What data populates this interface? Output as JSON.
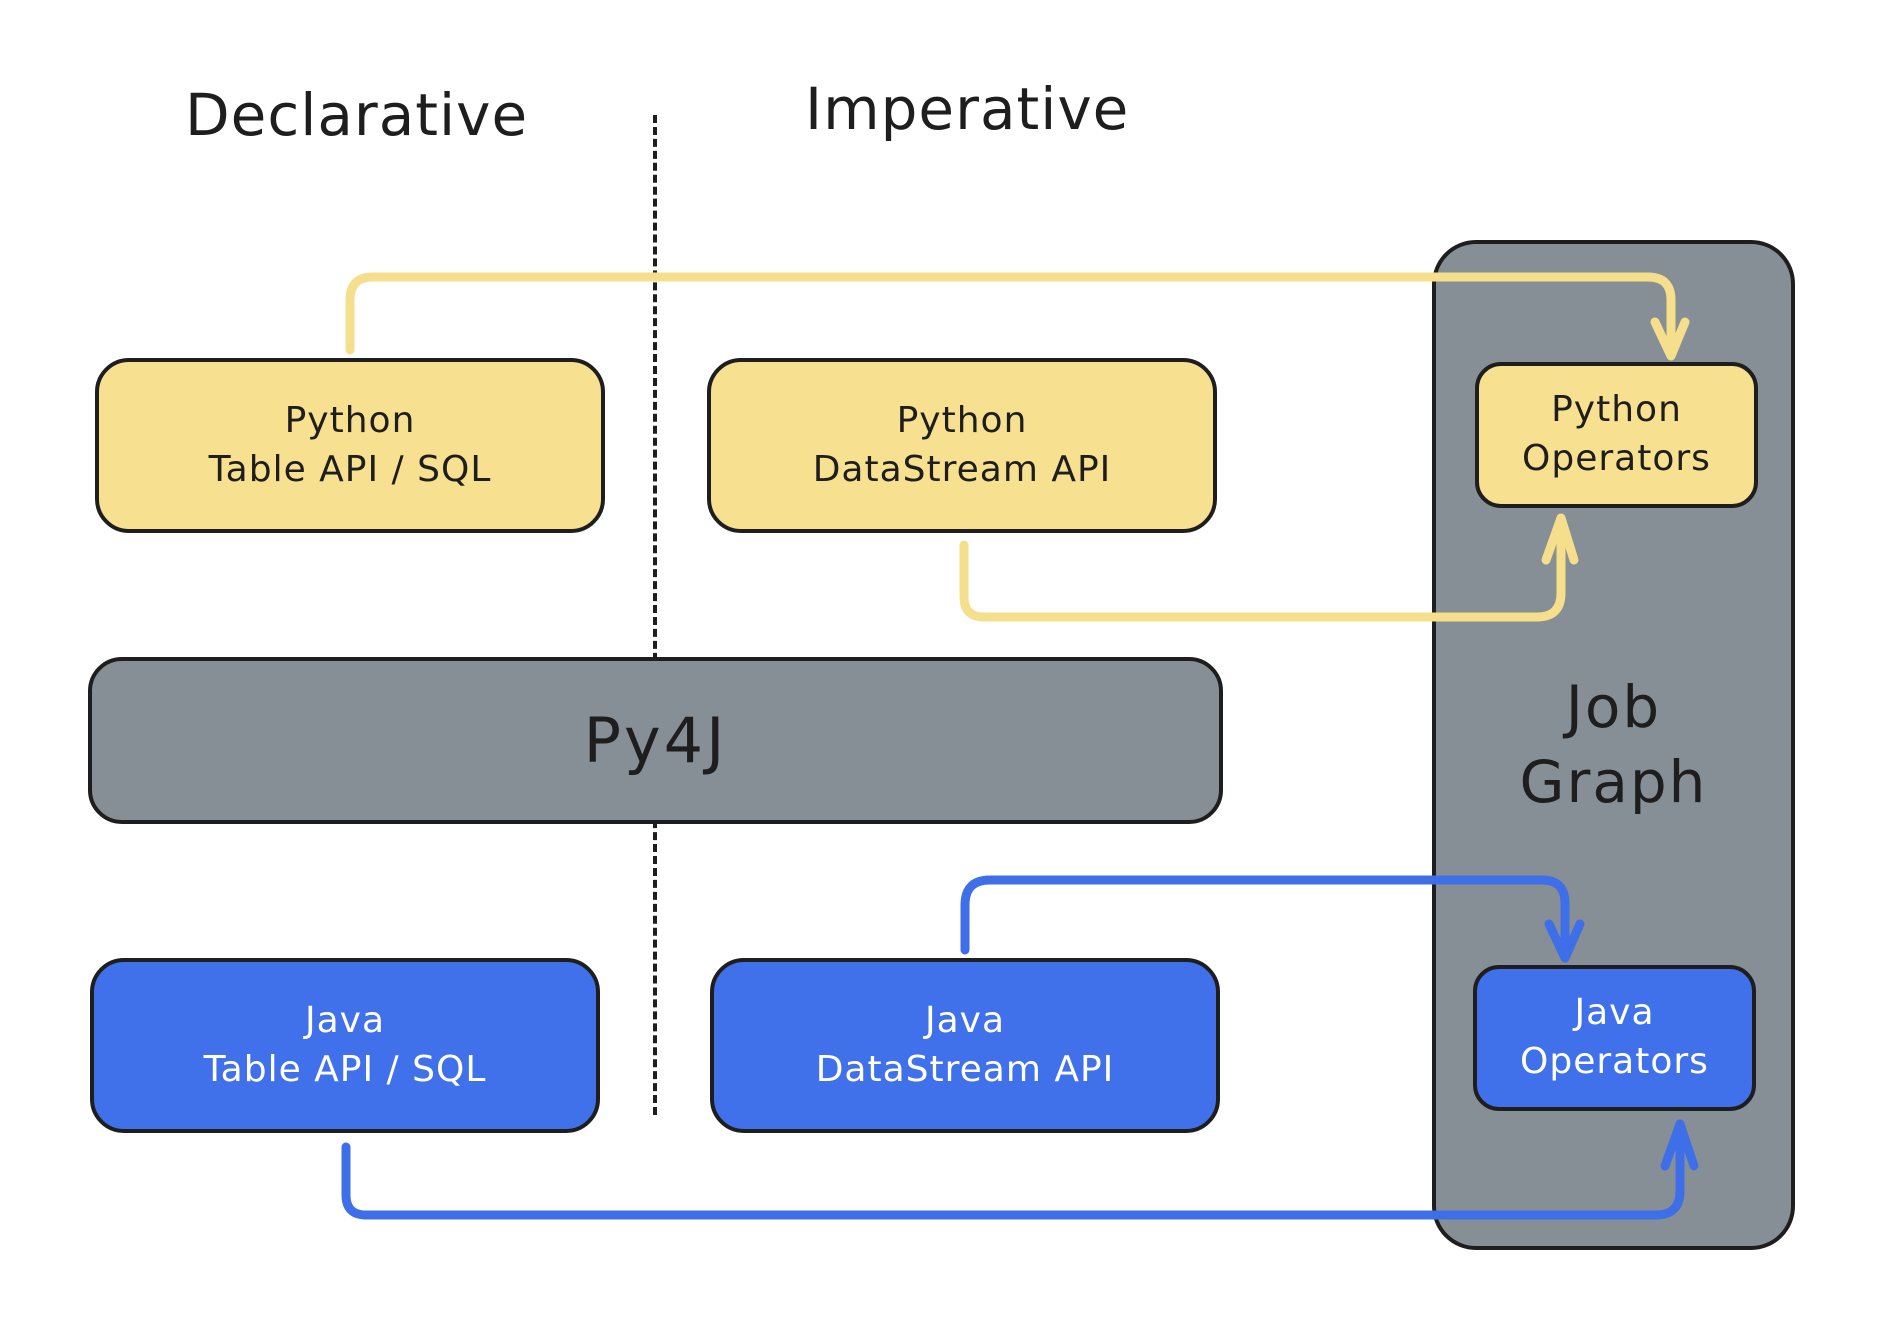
{
  "headings": {
    "declarative": "Declarative",
    "imperative": "Imperative"
  },
  "boxes": {
    "python_table": {
      "line1": "Python",
      "line2": "Table API / SQL"
    },
    "python_datastream": {
      "line1": "Python",
      "line2": "DataStream API"
    },
    "py4j": "Py4J",
    "java_table": {
      "line1": "Java",
      "line2": "Table API / SQL"
    },
    "java_datastream": {
      "line1": "Java",
      "line2": "DataStream API"
    }
  },
  "job_graph": {
    "line1": "Job",
    "line2": "Graph",
    "python_operators": {
      "line1": "Python",
      "line2": "Operators"
    },
    "java_operators": {
      "line1": "Java",
      "line2": "Operators"
    }
  },
  "colors": {
    "python": "#f7e08f",
    "java": "#4071ea",
    "bridge": "#878f96",
    "python_arrow": "#f5de8c",
    "java_arrow": "#3f6fe8",
    "outline": "#1e1e1e"
  }
}
